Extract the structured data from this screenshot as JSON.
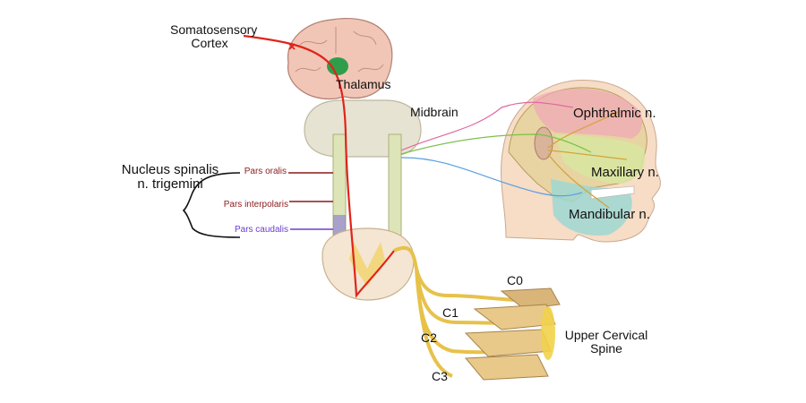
{
  "labels": {
    "somatosensory_cortex": [
      "Somatosensory",
      "Cortex"
    ],
    "thalamus": "Thalamus",
    "midbrain": "Midbrain",
    "nucleus": [
      "Nucleus spinalis",
      "n. trigemini"
    ],
    "pars_oralis": "Pars oralis",
    "pars_interpolaris": "Pars interpolaris",
    "pars_caudalis": "Pars caudalis",
    "ophthalmic": "Ophthalmic n.",
    "maxillary": "Maxillary n.",
    "mandibular": "Mandibular n.",
    "c0": "C0",
    "c1": "C1",
    "c2": "C2",
    "c3": "C3",
    "upper_cervical_spine": [
      "Upper Cervical",
      "Spine"
    ]
  },
  "colors": {
    "pathway": "#e0241b",
    "pars_oralis": "#8b1a1a",
    "pars_caudalis": "#6a3fd0",
    "ophthalmic_nerve": "#e06aa0",
    "maxillary_nerve": "#7cc04a",
    "mandibular_nerve": "#5aa0e0",
    "cervical_nerves": "#e7c24a",
    "thalamus": "#2f9e4a"
  }
}
